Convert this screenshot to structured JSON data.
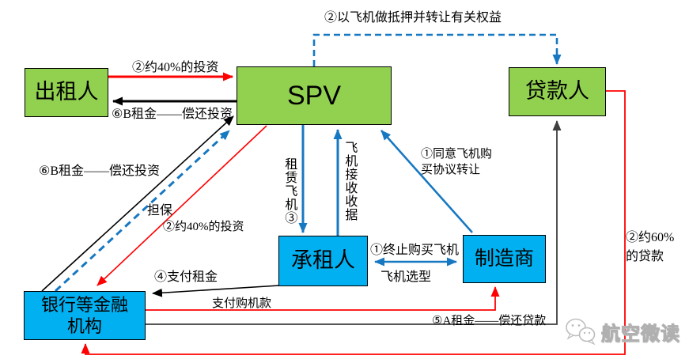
{
  "boxes": {
    "lessor": "出租人",
    "spv": "SPV",
    "lender": "贷款人",
    "lessee": "承租人",
    "manufacturer": "制造商",
    "bank": "银行等金融\n机构"
  },
  "labels": {
    "invest40_top": "②约40%的投资",
    "rentB_top": "⑥B租金——偿还投资",
    "mortgage_transfer": "②以飞机做抵押并转让有关权益",
    "rentB_diagonal": "⑥B租金——偿还投资",
    "guarantee": "担保",
    "invest40_diagonal": "②约40%的投资",
    "lease_aircraft": "租赁飞机③",
    "aircraft_receipt": "飞机接收收据",
    "agree_transfer": "①同意飞机购\n买协议转让",
    "terminate_purchase": "①终止购买飞机",
    "aircraft_selection": "飞机选型",
    "pay_rent": "④支付租金",
    "pay_purchase": "支付购机款",
    "rentA_repay_loan": "⑤A租金——偿还贷款",
    "loan60": "②约60%\n的贷款"
  },
  "watermark": {
    "icon": "wechat-icon",
    "text": "航空微读"
  },
  "colors": {
    "green_box": "#92D050",
    "blue_box": "#00B0F0",
    "arrow_blue": "#1778C2",
    "arrow_red": "#FF0000",
    "arrow_black": "#000000",
    "arrow_gray": "#3F3F3F"
  }
}
